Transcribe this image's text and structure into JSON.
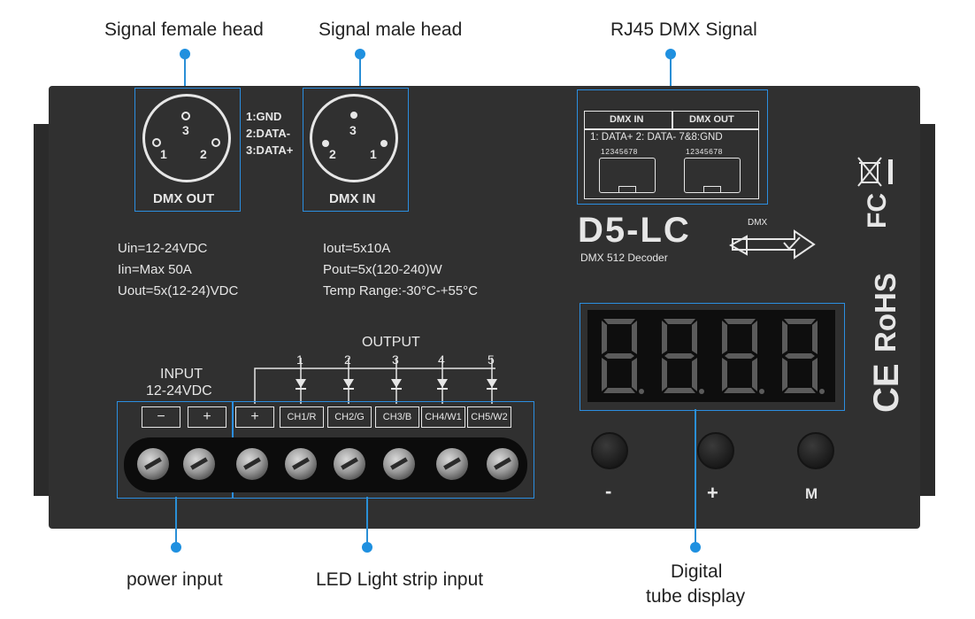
{
  "callouts": {
    "signal_female": "Signal female head",
    "signal_male": "Signal male head",
    "rj45": "RJ45 DMX Signal",
    "power_input": "power input",
    "led_strip": "LED Light strip input",
    "digital_tube_line1": "Digital",
    "digital_tube_line2": "tube display"
  },
  "xlr_out": {
    "label": "DMX OUT",
    "pins": [
      "3",
      "1",
      "2"
    ]
  },
  "xlr_in": {
    "label": "DMX IN",
    "pins": [
      "3",
      "2",
      "1"
    ]
  },
  "pinout": [
    "1:GND",
    "2:DATA-",
    "3:DATA+"
  ],
  "rj45": {
    "dmx_in": "DMX IN",
    "dmx_out": "DMX OUT",
    "pinout": "1: DATA+  2: DATA-   7&8:GND",
    "pin_numbers": "12345678"
  },
  "model": {
    "name": "D5-LC",
    "subtitle": "DMX 512 Decoder",
    "dmx_tag": "DMX"
  },
  "specs_left": [
    "Uin=12-24VDC",
    "Iin=Max 50A",
    "Uout=5x(12-24)VDC"
  ],
  "specs_right": [
    "Iout=5x10A",
    "Pout=5x(120-240)W",
    "Temp Range:-30°C-+55°C"
  ],
  "input": {
    "title": "INPUT",
    "voltage": "12-24VDC",
    "minus": "−",
    "plus": "+"
  },
  "output": {
    "title": "OUTPUT",
    "plus": "+",
    "channels": [
      {
        "num": "1",
        "label": "CH1/R"
      },
      {
        "num": "2",
        "label": "CH2/G"
      },
      {
        "num": "3",
        "label": "CH3/B"
      },
      {
        "num": "4",
        "label": "CH4/W1"
      },
      {
        "num": "5",
        "label": "CH5/W2"
      }
    ]
  },
  "buttons": [
    "-",
    "+",
    "M"
  ],
  "certifications": {
    "rohs": "RoHS",
    "fcc": "FC",
    "ce": "CE"
  },
  "colors": {
    "accent": "#1e90e0",
    "device": "#303030",
    "segment_dim": "#5b5b5b"
  }
}
